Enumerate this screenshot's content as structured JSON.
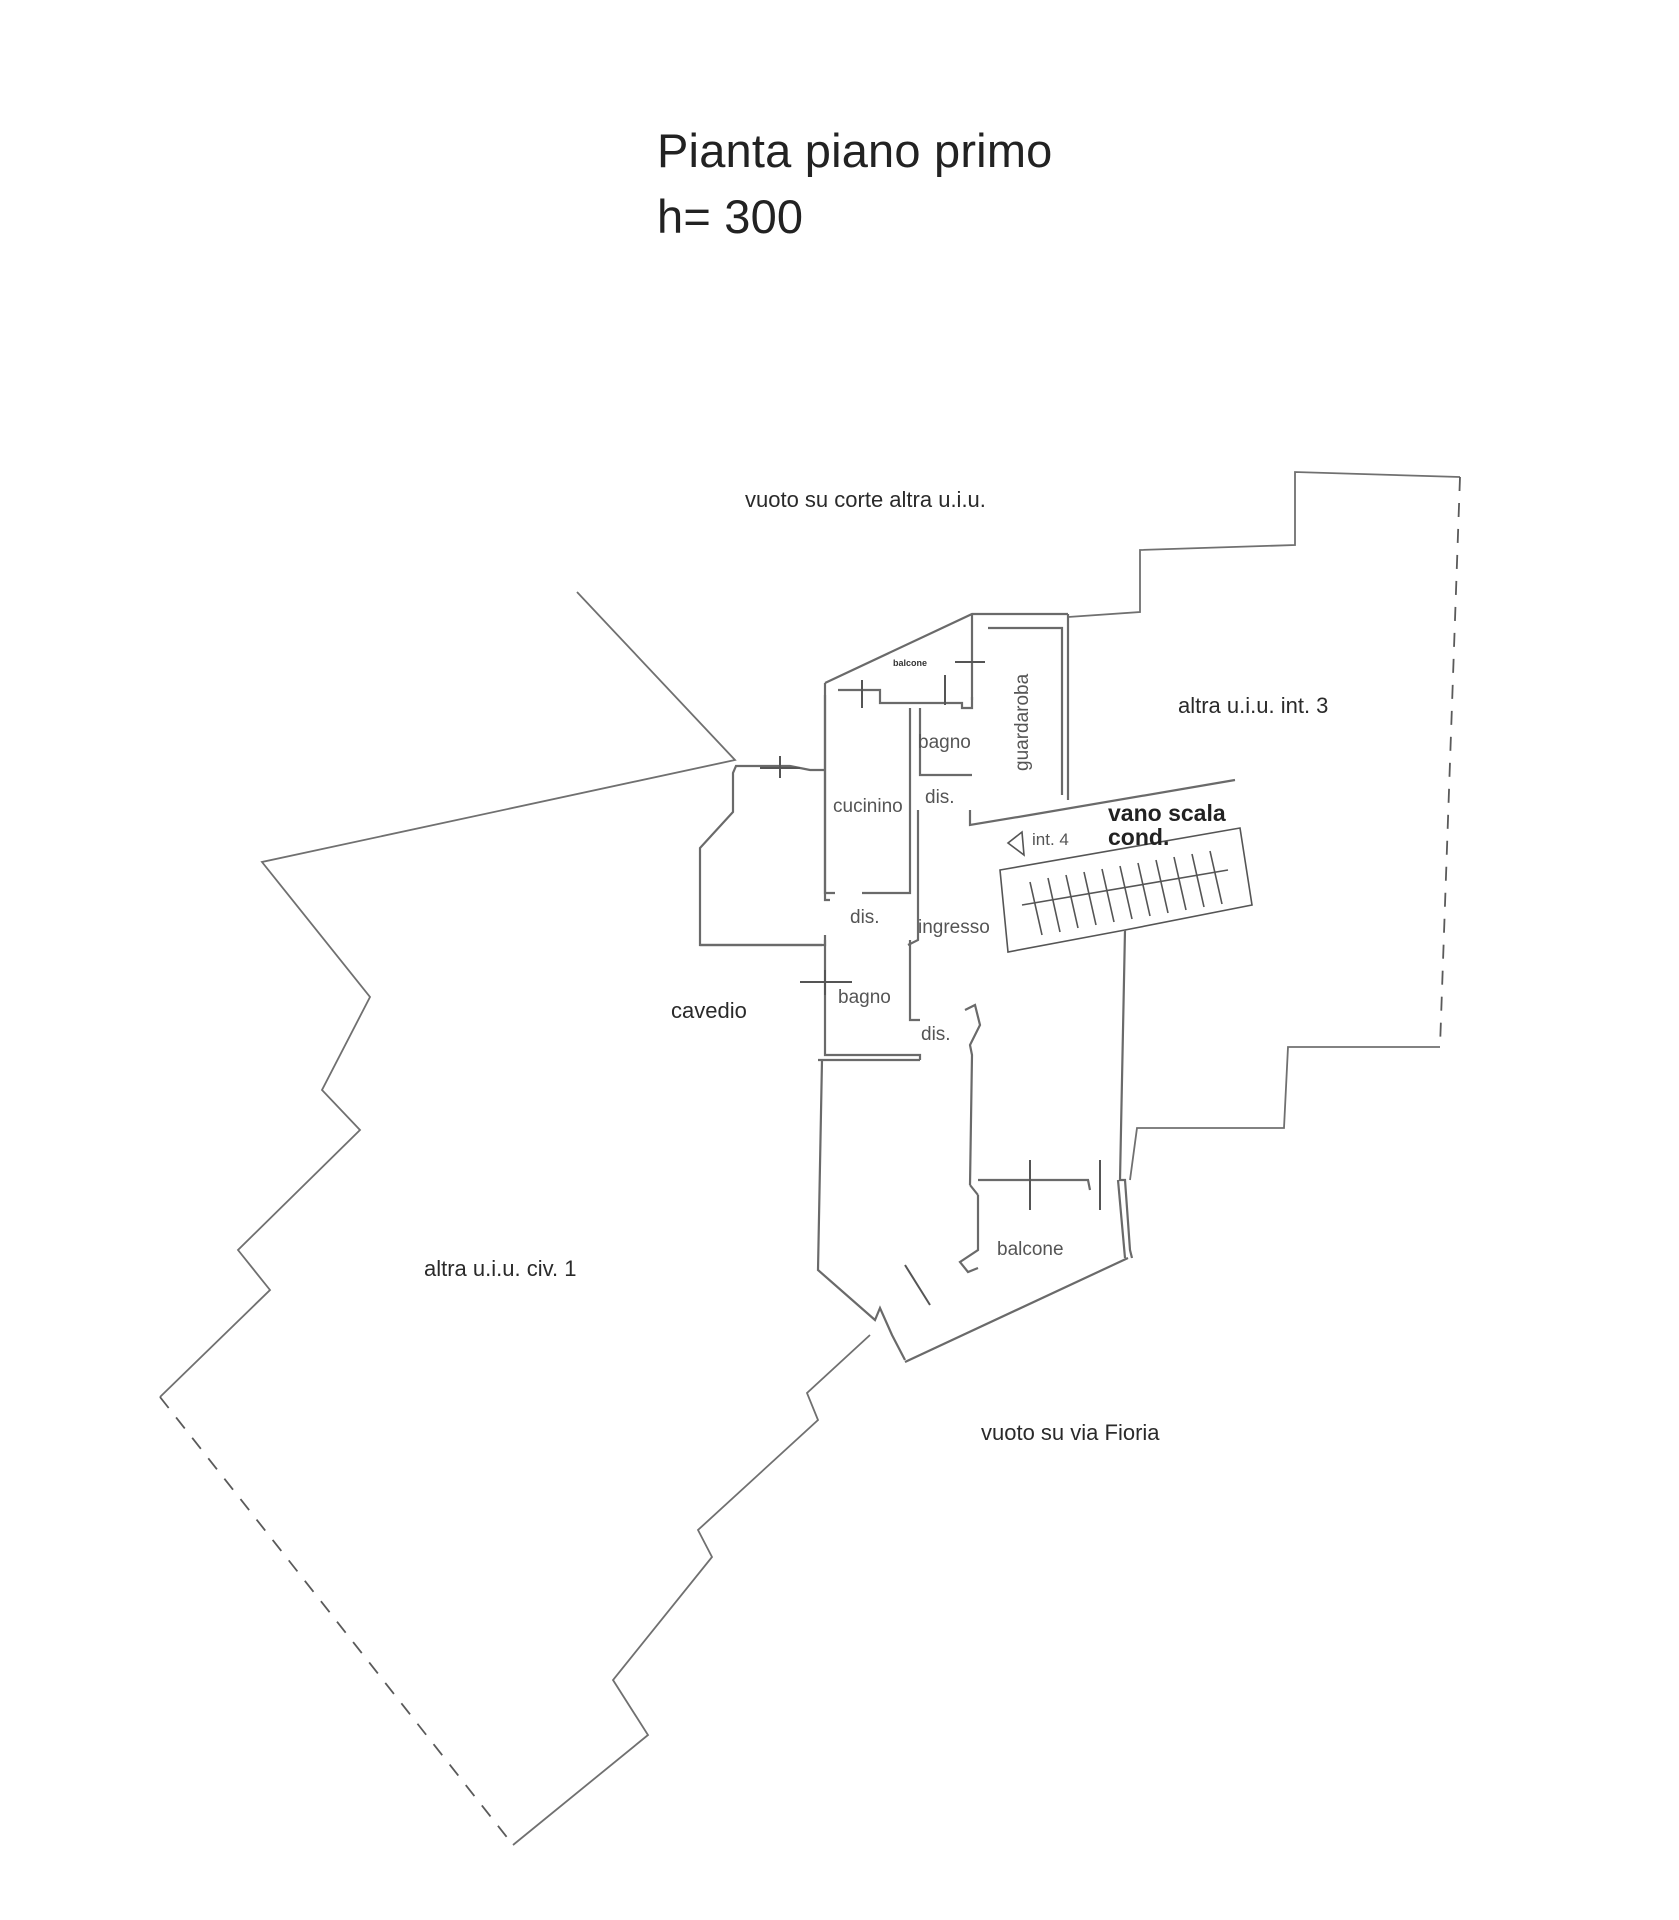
{
  "title": {
    "line1": "Pianta piano primo",
    "line2": "h= 300"
  },
  "labels": {
    "vuoto_corte": "vuoto su corte altra u.i.u.",
    "altra_int3": "altra u.i.u. int. 3",
    "balcone_top": "balcone",
    "bagno_top": "bagno",
    "guardaroba": "guardaroba",
    "cucinino": "cucinino",
    "dis_top": "dis.",
    "vano_scala_1": "vano scala",
    "vano_scala_2": "cond.",
    "int4": "int. 4",
    "dis_mid": "dis.",
    "ingresso": "ingresso",
    "cavedio": "cavedio",
    "bagno_mid": "bagno",
    "dis_low": "dis.",
    "altra_civ1": "altra u.i.u. civ. 1",
    "balcone_low": "balcone",
    "vuoto_via": "vuoto su via Fioria"
  },
  "colors": {
    "line": "#6a6a6a",
    "text": "#2a2a2a",
    "background": "#ffffff"
  }
}
